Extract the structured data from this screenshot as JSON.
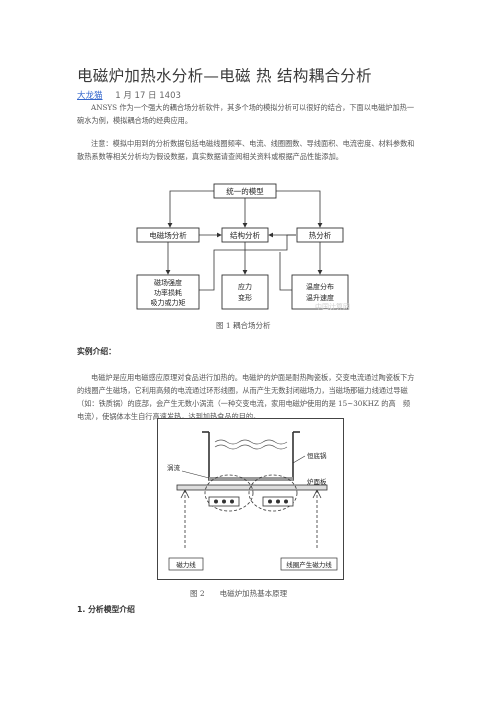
{
  "article": {
    "title": "电磁炉加热水分析—电磁 热 结构耦合分析",
    "author": "大龙猫",
    "date": "1 月 17 日 1403",
    "intro": "ANSYS 作为一个强大的耦合场分析软件，其多个场的模拟分析可以很好的结合，下面以电磁炉加热一碗水为例，模拟耦合场的经典应用。",
    "note": "注意：模拟中用到的分析数据包括电磁线圈频率、电流、线圈圈数、导线面积、电流密度、材料参数和散热系数等相关分析均为假设数据，真实数据请查阅相关资料或根据产品性能添加。"
  },
  "figure1": {
    "top_box": "统一的模型",
    "mid_boxes": [
      "电磁场分析",
      "结构分析",
      "热分析"
    ],
    "bottom_boxes": [
      [
        "磁场强度",
        "功率损耗",
        "吸力或力矩"
      ],
      [
        "应力",
        "变形"
      ],
      [
        "温度分布",
        "温升速度"
      ]
    ],
    "caption": "图 1  耦合场分析"
  },
  "section1": {
    "heading": "实例介绍：",
    "text": "电磁炉是应用电磁感应原理对食品进行加热的。电磁炉的炉面是耐热陶瓷板，交变电流通过陶瓷板下方的线圈产生磁场，它利用高频的电流通过环形线圈，从而产生无数封闭磁场力，当磁场那磁力线通过导磁（如：铁质锅）的底部，会产生无数小涡流（一种交变电流，家用电磁炉使用的是 15~30KHZ 的高　频电流），使锅体本生自行高速发热，达到加热食品的目的。"
  },
  "figure2": {
    "labels": {
      "pot": "恒底锅",
      "vortex": "涡流",
      "plate": "炉面板",
      "flux": "磁力线",
      "coil": "线圈产生磁力线"
    },
    "caption": "图 2　　电磁炉加热基本原理"
  },
  "section2": {
    "heading": "1. 分析模型介绍"
  },
  "watermark": "中国计算网"
}
